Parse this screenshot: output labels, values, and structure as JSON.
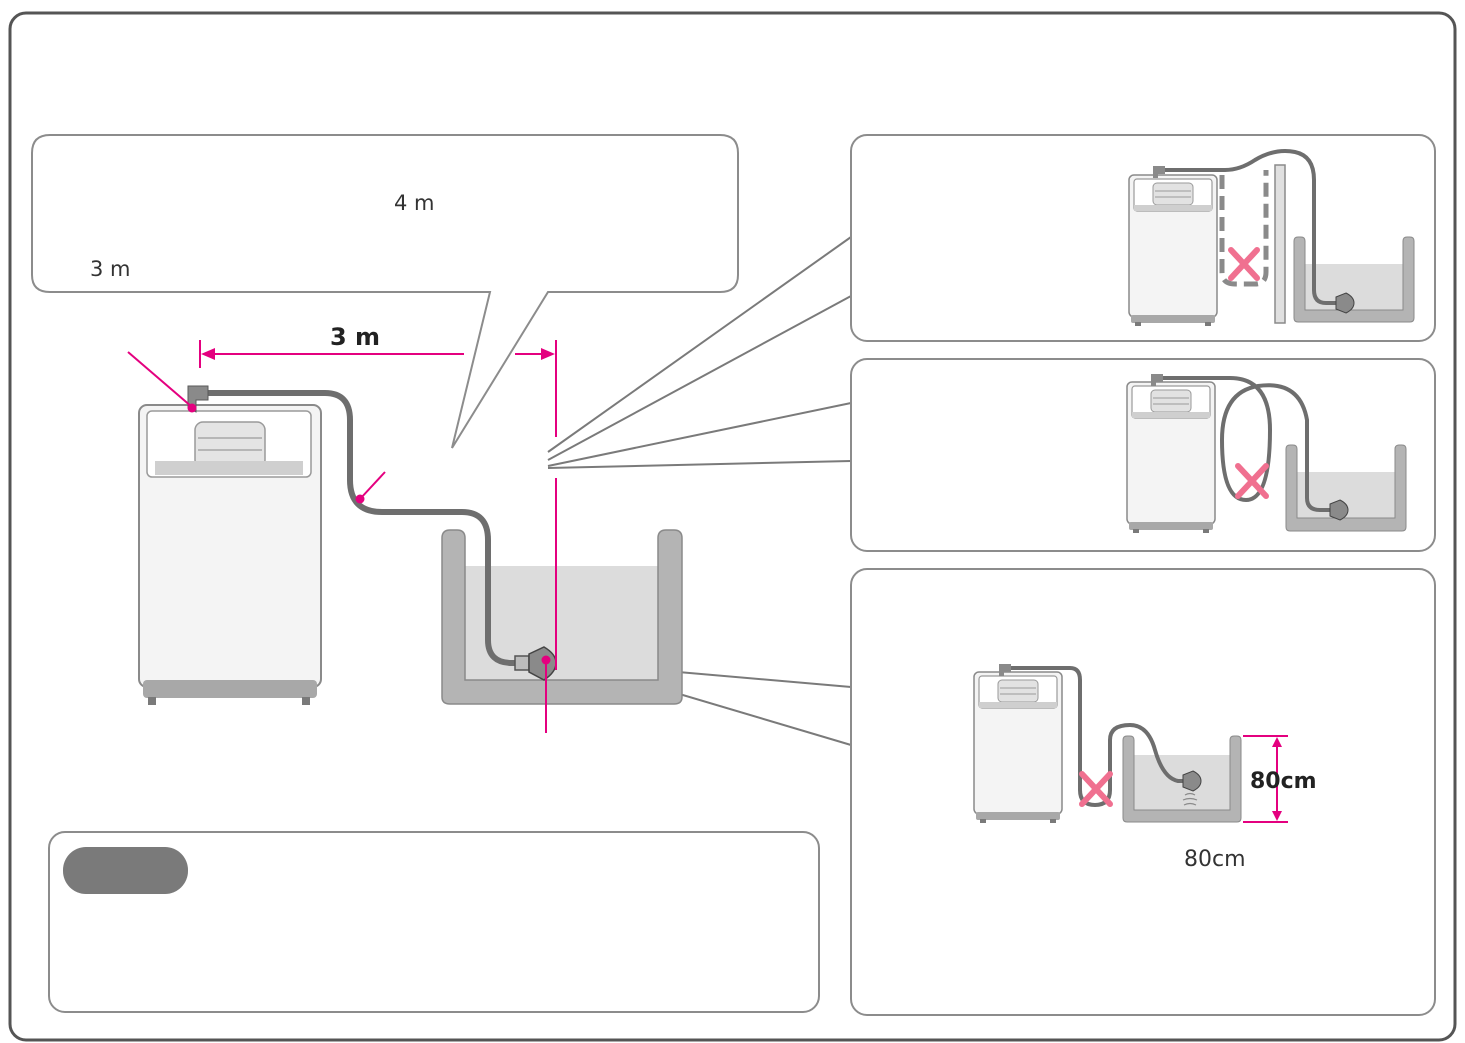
{
  "speech_bubble": {
    "label_4m": "4 m",
    "label_3m": "3 m"
  },
  "main_illustration": {
    "dimension_label": "3 m"
  },
  "panel_height": {
    "height_label": "80cm",
    "width_label": "80cm"
  },
  "colors": {
    "frame": "#555555",
    "panel_border": "#8c8c8c",
    "accent": "#e4007f",
    "cross": "#f07090",
    "hose": "#6e6e6e",
    "tub": "#b4b4b4",
    "water": "#dcdcdc",
    "note_pill": "#7a7a7a"
  }
}
